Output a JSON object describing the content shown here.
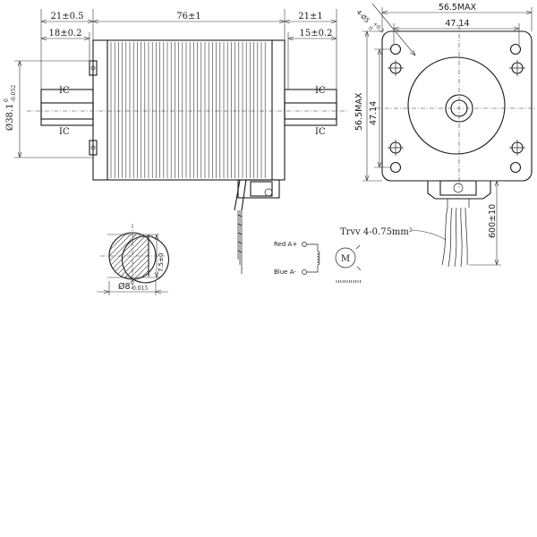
{
  "side_view": {
    "dim_shaft_left": "21±0.5",
    "dim_boss_left": "18±0.2",
    "dim_body": "76±1",
    "dim_shaft_right": "21±1",
    "dim_boss_right": "15±0.2",
    "boss_dia_main": "Ø38.1",
    "boss_dia_tol_upper": "0",
    "boss_dia_tol_lower": "-0.052",
    "ic_label": "IC"
  },
  "front_view": {
    "hole_label": "4-Ø5",
    "hole_tol": "+0.3",
    "hole_tol_lower": "0",
    "width_max": "56.5MAX",
    "hole_pitch_h": "47.14",
    "height_max": "56.5MAX",
    "hole_pitch_v": "47.14",
    "lead_length": "600±10"
  },
  "wire_note": "Trvv 4-0.75mm²",
  "shaft_section": {
    "flat_dim": "7.5±0",
    "dia_label": "Ø8",
    "dia_tol_upper": "0",
    "dia_tol_lower": "-0.015"
  },
  "wiring": {
    "wire_a": "Red A+",
    "wire_b": "Blue A-",
    "motor_symbol": "M"
  }
}
